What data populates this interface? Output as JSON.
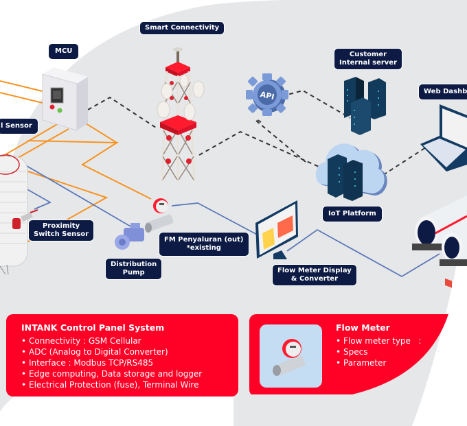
{
  "diagram": {
    "nodes": {
      "smart_connectivity": "Smart Connectivity",
      "mcu": "MCU",
      "level_sensor": "l Sensor",
      "customer_server": [
        "Customer",
        "Internal server"
      ],
      "web_dashboard": "Web Dashbo",
      "api": "API",
      "iot_platform": "IoT Platform",
      "proximity_sensor": [
        "Proximity",
        "Switch Sensor"
      ],
      "fm_penyaluran": [
        "FM Penyaluran (out)",
        "*existing"
      ],
      "distribution_pump": [
        "Distribution",
        "Pump"
      ],
      "flow_meter_display": [
        "Flow Meter Display",
        "& Converter"
      ]
    },
    "connections": {
      "wired_color": "#f7931e",
      "pipe_color": "#5a78b8",
      "network_style": "dashed"
    }
  },
  "panels": {
    "control_panel": {
      "title": "INTANK Control Panel System",
      "items": [
        "Connectivity : GSM Cellular",
        "ADC (Analog to Digital Converter)",
        "Interface : Modbus TCP/RS485",
        "Edge computing, Data storage and logger",
        "Electrical Protection (fuse), Terminal Wire"
      ]
    },
    "flow_meter": {
      "title": "Flow Meter",
      "items": [
        "Flow meter type   :",
        "Specs",
        "Parameter"
      ]
    }
  },
  "colors": {
    "accent_red": "#ff0127",
    "label_navy": "#0c1a44",
    "background_gray": "#e6e7e9"
  }
}
